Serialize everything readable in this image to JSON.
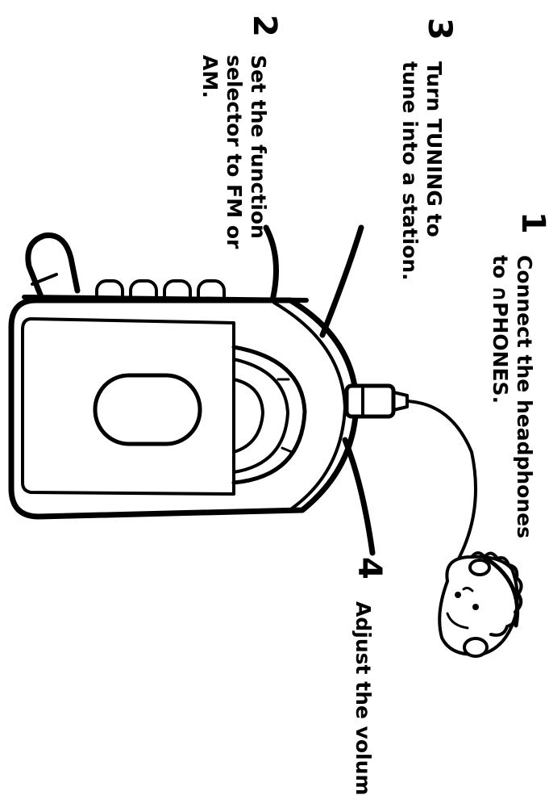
{
  "steps": [
    {
      "number": "1",
      "lines": [
        "Connect the headphones",
        "to ∩PHONES."
      ]
    },
    {
      "number": "2",
      "lines": [
        "Set the function",
        "selector to FM or",
        "AM."
      ]
    },
    {
      "number": "3",
      "lines": [
        "Turn TUNING to",
        "tune into a station."
      ]
    },
    {
      "number": "4",
      "lines": [
        "Adjust the volum"
      ]
    }
  ],
  "icons": {
    "headphones_symbol": "headphones-icon"
  },
  "colors": {
    "ink": "#000000",
    "background": "#ffffff"
  }
}
